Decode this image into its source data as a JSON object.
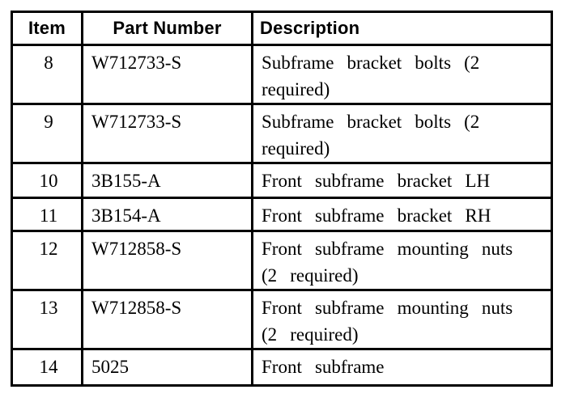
{
  "table": {
    "headers": {
      "item": "Item",
      "part_number": "Part Number",
      "description": "Description"
    },
    "rows": [
      {
        "item": "8",
        "part_number": "W712733-S",
        "description": "Subframe bracket bolts (2 required)",
        "desc_lines": [
          "Subframe bracket bolts (2",
          "required)"
        ]
      },
      {
        "item": "9",
        "part_number": "W712733-S",
        "description": "Subframe bracket bolts (2 required)",
        "desc_lines": [
          "Subframe bracket bolts (2",
          "required)"
        ]
      },
      {
        "item": "10",
        "part_number": "3B155-A",
        "description": "Front subframe bracket LH",
        "desc_lines": [
          "Front subframe bracket LH"
        ]
      },
      {
        "item": "11",
        "part_number": "3B154-A",
        "description": "Front subframe bracket RH",
        "desc_lines": [
          "Front subframe bracket RH"
        ]
      },
      {
        "item": "12",
        "part_number": "W712858-S",
        "description": "Front subframe mounting nuts (2 required)",
        "desc_lines": [
          "Front subframe mounting nuts",
          "(2 required)"
        ]
      },
      {
        "item": "13",
        "part_number": "W712858-S",
        "description": "Front subframe mounting nuts (2 required)",
        "desc_lines": [
          "Front subframe mounting nuts",
          "(2 required)"
        ]
      },
      {
        "item": "14",
        "part_number": "5025",
        "description": "Front subframe",
        "desc_lines": [
          "Front subframe"
        ]
      }
    ],
    "colors": {
      "border": "#000000",
      "text": "#000000",
      "background": "#ffffff"
    }
  }
}
